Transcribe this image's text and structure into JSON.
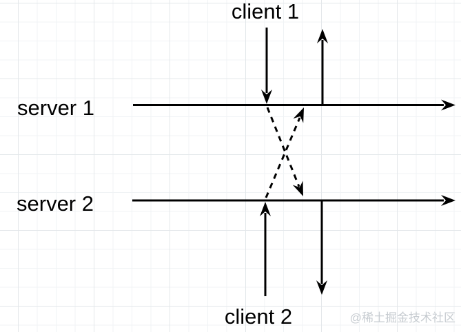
{
  "diagram": {
    "nodes": {
      "client1": {
        "label": "client 1"
      },
      "client2": {
        "label": "client 2"
      },
      "server1": {
        "label": "server 1"
      },
      "server2": {
        "label": "server 2"
      }
    },
    "edges": [
      {
        "from": "client 1",
        "to": "server 1",
        "style": "solid",
        "direction": "down"
      },
      {
        "from": "server 1",
        "to": "client 1",
        "style": "solid",
        "direction": "up"
      },
      {
        "from": "server 1",
        "to": "server 2",
        "style": "dashed",
        "direction": "down-right"
      },
      {
        "from": "server 2",
        "to": "server 1",
        "style": "dashed",
        "direction": "up-right"
      },
      {
        "from": "client 2",
        "to": "server 2",
        "style": "solid",
        "direction": "up"
      },
      {
        "from": "server 2",
        "to": "client 2",
        "style": "solid",
        "direction": "down"
      },
      {
        "from": "server 1",
        "to": "time",
        "style": "solid",
        "direction": "right"
      },
      {
        "from": "server 2",
        "to": "time",
        "style": "solid",
        "direction": "right"
      }
    ],
    "watermark": "@稀土掘金技术社区",
    "colors": {
      "line": "#000000",
      "background": "#ffffff",
      "grid_minor": "#f0f3f5",
      "grid_major": "#e3e7ea",
      "watermark": "#c7ccd1"
    }
  }
}
